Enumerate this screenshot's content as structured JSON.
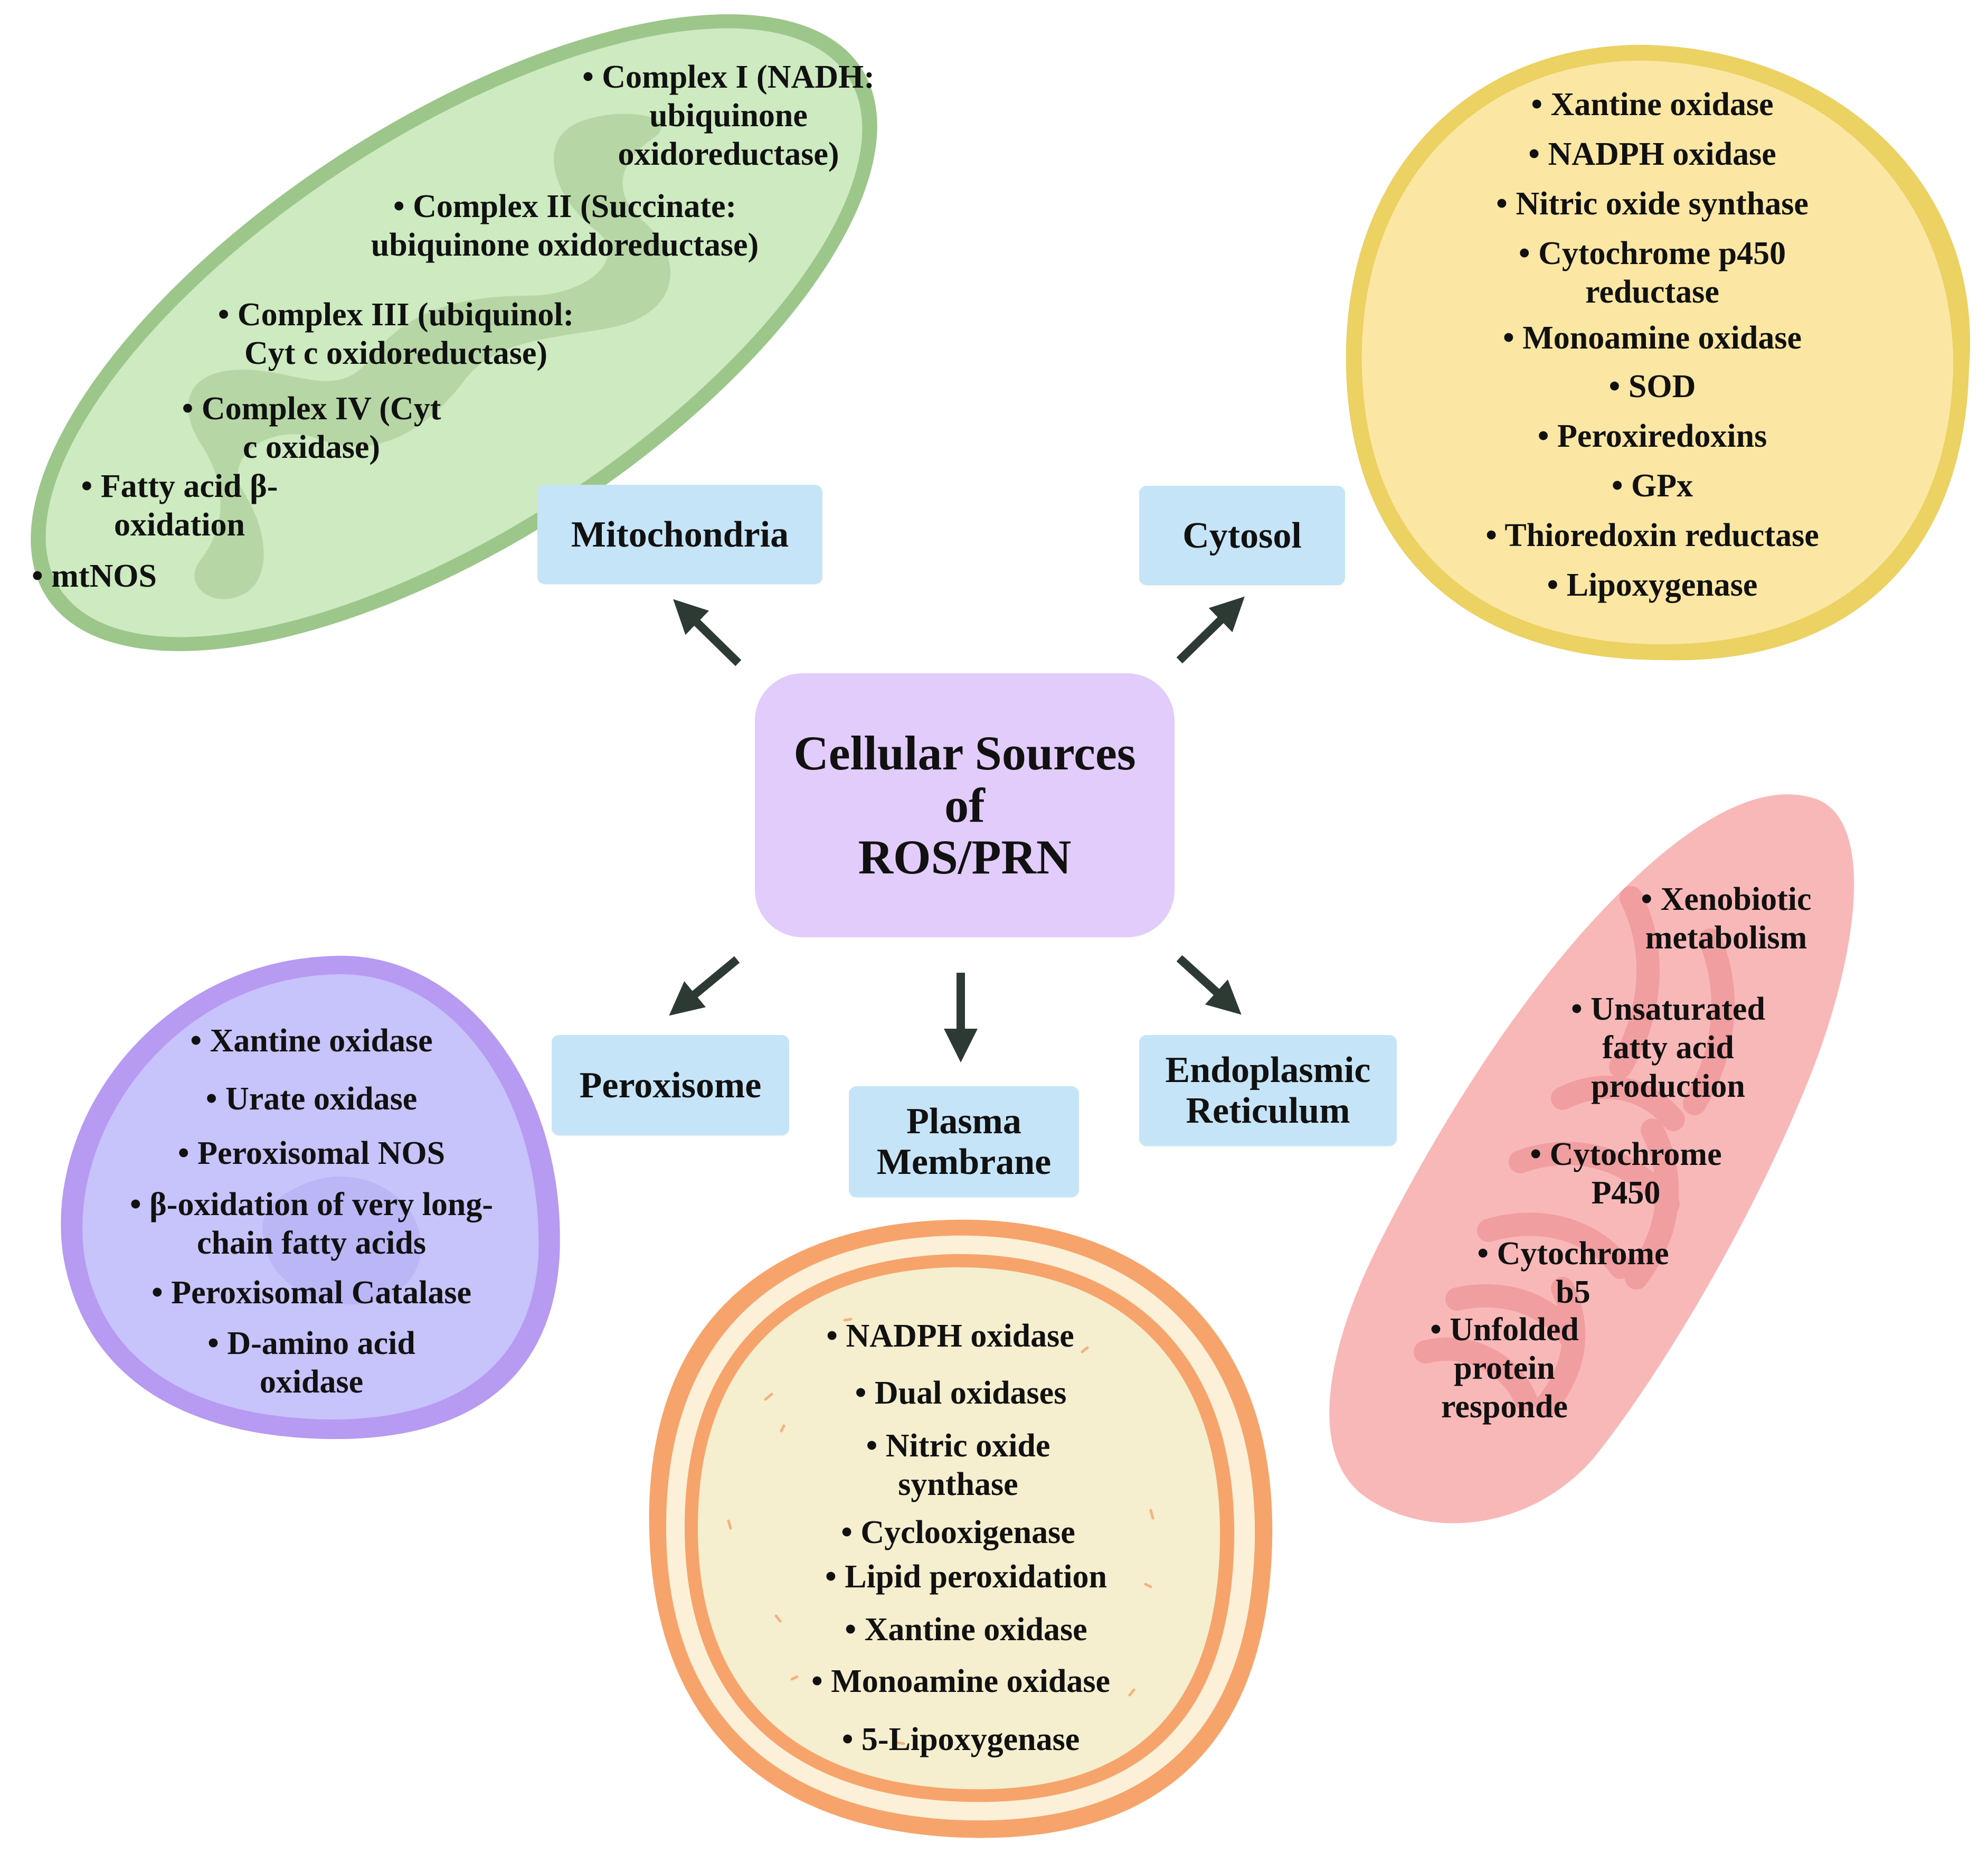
{
  "center": {
    "title": "Cellular Sources\nof\nROS/PRN"
  },
  "organelles": {
    "mitochondria": {
      "label": "Mitochondria",
      "color": "#cdeac0",
      "border": "#9dc68b",
      "items": [
        "• Complex I (NADH:\nubiquinone\noxidoreductase)",
        "• Complex II (Succinate:\nubiquinone oxidoreductase)",
        "• Complex III (ubiquinol:\nCyt c oxidoreductase)",
        "• Complex IV (Cyt\nc oxidase)",
        "• Fatty acid β-\noxidation",
        "• mtNOS"
      ]
    },
    "cytosol": {
      "label": "Cytosol",
      "color": "#fbe7a3",
      "border": "#ecd163",
      "items": [
        "• Xantine oxidase",
        "• NADPH oxidase",
        "• Nitric oxide synthase",
        "• Cytochrome p450\nreductase",
        "• Monoamine oxidase",
        "• SOD",
        "• Peroxiredoxins",
        "• GPx",
        "• Thioredoxin reductase",
        "• Lipoxygenase"
      ]
    },
    "peroxisome": {
      "label": "Peroxisome",
      "color": "#c7c3fb",
      "border": "#b79af2",
      "items": [
        "• Xantine oxidase",
        "• Urate oxidase",
        "• Peroxisomal NOS",
        "• β-oxidation of very long-\nchain fatty acids",
        "• Peroxisomal Catalase",
        "• D-amino acid\noxidase"
      ]
    },
    "plasma_membrane": {
      "label": "Plasma\nMembrane",
      "color": "#f5eecf",
      "border": "#f6a46b",
      "items": [
        "• NADPH oxidase",
        "• Dual oxidases",
        "• Nitric oxide\nsynthase",
        "• Cyclooxigenase",
        "• Lipid peroxidation",
        "• Xantine oxidase",
        "• Monoamine oxidase",
        "• 5-Lipoxygenase"
      ]
    },
    "endoplasmic_reticulum": {
      "label": "Endoplasmic\nReticulum",
      "color": "#f9b8b8",
      "border": "#f29a9c",
      "items": [
        "• Xenobiotic\nmetabolism",
        "• Unsaturated\nfatty acid\nproduction",
        "• Cytochrome\nP450",
        "• Cytochrome\nb5",
        "• Unfolded\nprotein\nresponde"
      ]
    }
  },
  "colors": {
    "arrow": "#2d3a33",
    "label_box": "#c6e4f7",
    "center_box": "#e2ccfb"
  }
}
